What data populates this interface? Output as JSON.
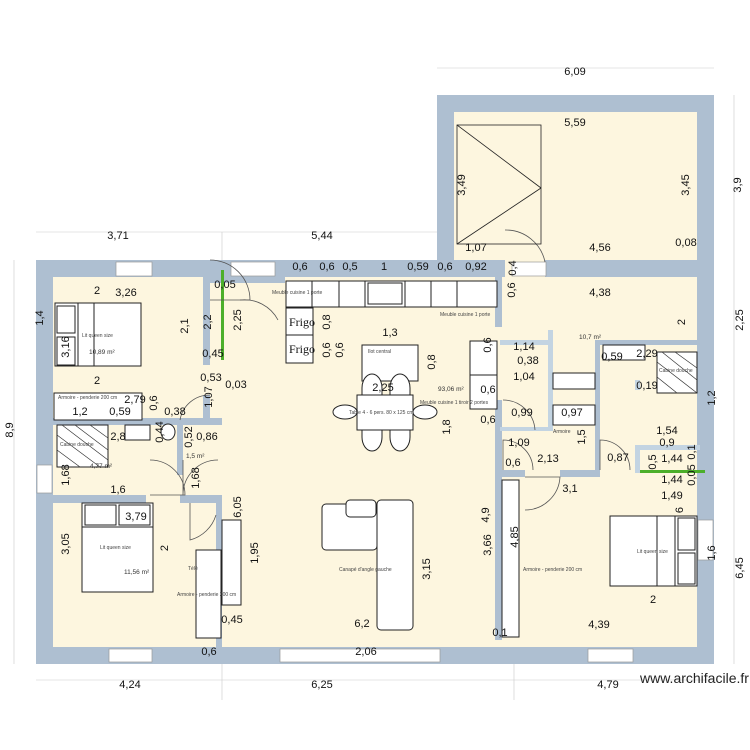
{
  "app": {
    "watermark": "www.archifacile.fr"
  },
  "colors": {
    "wall": "#aebfd1",
    "floor": "#fdf6df",
    "accent_green": "#4caf2a",
    "inner_wall": "#c3d4e2"
  },
  "rooms": [
    {
      "area": "10,89 m²"
    },
    {
      "area": "4,77 m²"
    },
    {
      "area": "1,5 m²"
    },
    {
      "area": "93,06 m²"
    },
    {
      "area": "10,7 m²"
    },
    {
      "area": "11,56 m²"
    }
  ],
  "furniture": {
    "bed1": "Lit queen size",
    "bed2": "Lit queen size",
    "bed3": "Lit queen size",
    "wardrobe1": "Armoire - penderie 200 cm",
    "wardrobe2": "Armoire - penderie 200 cm",
    "wardrobe3": "Armoire - penderie 200 cm",
    "shower1": "Cabine douche",
    "shower2": "Cabine douche",
    "island": "Ilot central",
    "table": "Table 4 - 6 pers. 80 x 125 cm",
    "sofa": "Canapé d'angle gauche",
    "fridge1": "Frigo",
    "fridge2": "Frigo",
    "kitchen1": "Meuble cuisine 1 porte",
    "kitchen2": "Meuble cuisine 1 porte",
    "kitchen3": "Meuble cuisine 1 tiroir 2 portes",
    "tv": "Télé",
    "wardrobe_small": "Armoire"
  },
  "dims": [
    "3,71",
    "5,44",
    "6,09",
    "5,59",
    "3,45",
    "3,9",
    "3,49",
    "1,07",
    "4,56",
    "0,08",
    "0,6",
    "0,6",
    "0,5",
    "1",
    "0,59",
    "0,6",
    "0,92",
    "0,4",
    "0,05",
    "2",
    "3,26",
    "2,1",
    "2,2",
    "2,25",
    "0,45",
    "1,4",
    "3,16",
    "1,3",
    "0,8",
    "2,25",
    "1,8",
    "4,38",
    "2",
    "0,6",
    "2",
    "0,53",
    "0,03",
    "1,07",
    "1,2",
    "0,59",
    "0,38",
    "0,6",
    "2,79",
    "2,8",
    "0,44",
    "0,52",
    "0,86",
    "1,68",
    "1,68",
    "1,6",
    "1,14",
    "0,38",
    "1,04",
    "0,59",
    "2,29",
    "0,99",
    "1,09",
    "2,13",
    "0,6",
    "0,97",
    "1,5",
    "0,6",
    "0,6",
    "1,54",
    "0,9",
    "1,44",
    "1,44",
    "0,5",
    "0,1",
    "0,05",
    "1,49",
    "3,1",
    "1,2",
    "0,19",
    "0,87",
    "3,79",
    "6,05",
    "2",
    "3,05",
    "1,95",
    "0,45",
    "0,6",
    "6,2",
    "2,06",
    "3,15",
    "6",
    "1,6",
    "2",
    "4,39",
    "0,1",
    "3,66",
    "4,9",
    "4,85",
    "8,9",
    "2,25",
    "6,45",
    "4,24",
    "6,25",
    "4,79",
    "0,8",
    "0,6",
    "0,6",
    "0,6"
  ]
}
